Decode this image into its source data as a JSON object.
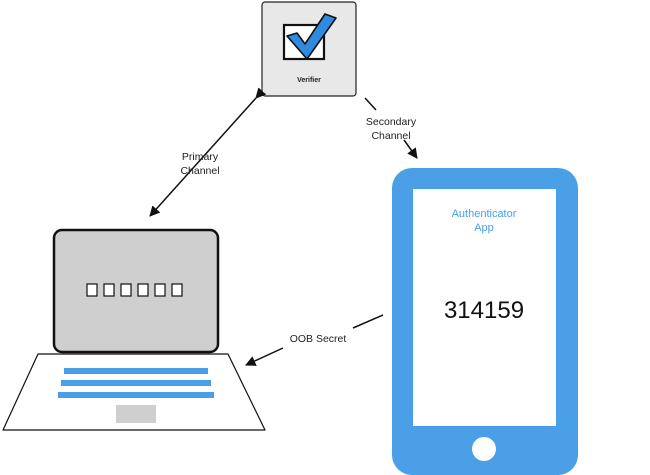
{
  "verifier": {
    "label": "Verifier",
    "icon": "checkbox-check-icon"
  },
  "channels": {
    "primary_line1": "Primary",
    "primary_line2": "Channel",
    "secondary_line1": "Secondary",
    "secondary_line2": "Channel",
    "oob": "OOB Secret"
  },
  "phone": {
    "app_line1": "Authenticator",
    "app_line2": "App",
    "code": "314159"
  },
  "colors": {
    "phone_blue": "#4a9fe6",
    "check_blue": "#2f8be0",
    "laptop_screen": "#cfcfcf",
    "laptop_bars": "#4a9fe6",
    "touchpad": "#cfcfcf"
  }
}
